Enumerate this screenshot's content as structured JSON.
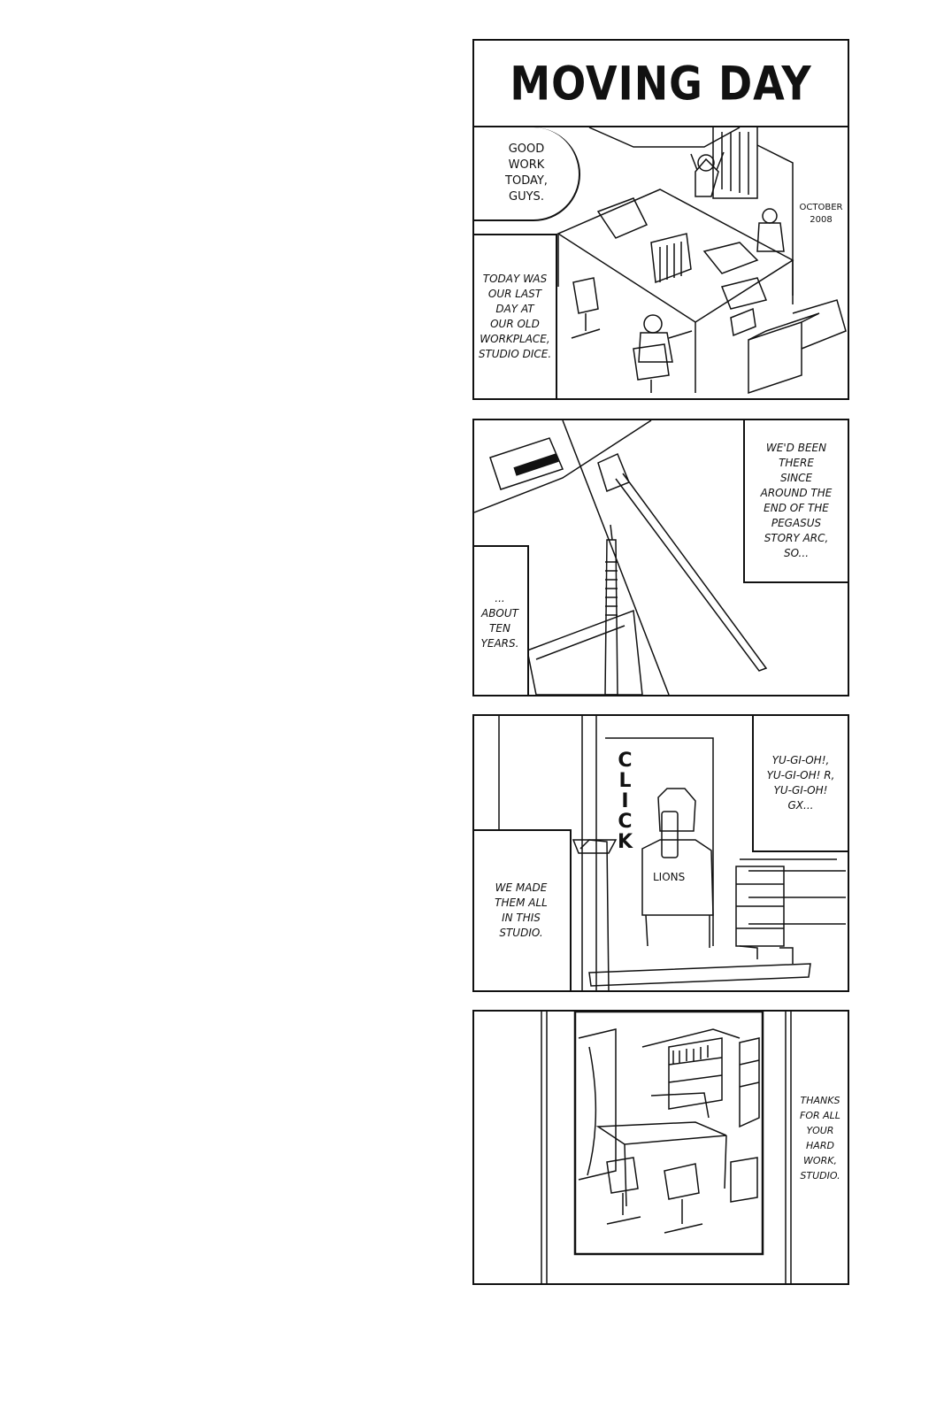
{
  "title": "MOVING DAY",
  "panel1": {
    "balloon": "GOOD\nWORK\nTODAY,\nGUYS.",
    "date": "OCTOBER\n2008",
    "caption": "TODAY WAS\nOUR LAST\nDAY AT\nOUR OLD\nWORKPLACE,\nSTUDIO DICE."
  },
  "panel2": {
    "caption_top": "WE'D BEEN\nTHERE\nSINCE\nAROUND THE\nEND OF THE\nPEGASUS\nSTORY ARC,\nSO...",
    "caption_bottom": "...\nABOUT\nTEN\nYEARS."
  },
  "panel3": {
    "sfx": "CLICK",
    "shirt": "LIONS",
    "caption_top": "YU-GI-OH!,\nYU-GI-OH! R,\nYU-GI-OH!\nGX...",
    "caption_bottom": "WE MADE\nTHEM ALL\nIN THIS\nSTUDIO."
  },
  "panel4": {
    "caption": "THANKS\nFOR ALL\nYOUR\nHARD\nWORK,\nSTUDIO."
  }
}
